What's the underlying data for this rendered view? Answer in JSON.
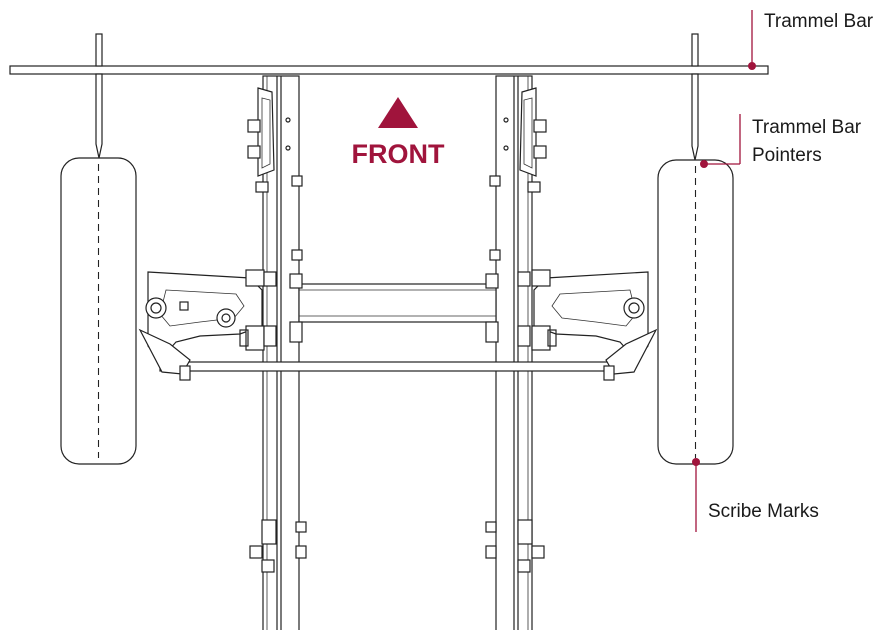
{
  "diagram": {
    "labels": {
      "trammel_bar": "Trammel Bar",
      "trammel_bar_pointers_line1": "Trammel Bar",
      "trammel_bar_pointers_line2": "Pointers",
      "scribe_marks": "Scribe Marks",
      "front": "FRONT"
    },
    "colors": {
      "accent": "#a0143c",
      "line": "#222222",
      "background": "#ffffff"
    }
  }
}
